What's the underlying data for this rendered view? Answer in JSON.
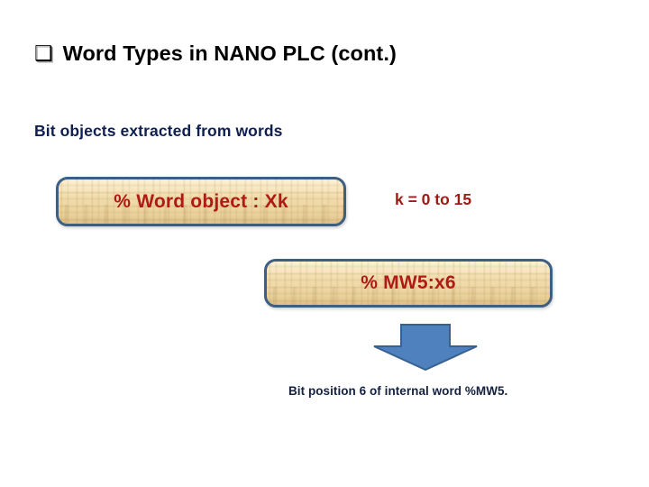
{
  "slide": {
    "background_color": "#ffffff",
    "title": {
      "bullet_icon": "hollow-square-bullet",
      "bullet_glyph": "❑",
      "text": "Word Types in NANO PLC (cont.)",
      "color": "#000000"
    },
    "subtitle": {
      "text": "Bit objects extracted from words",
      "color": "#0f2050"
    },
    "boxes": [
      {
        "id": "word-object",
        "label": "% Word object : Xk",
        "text_color": "#b01a16",
        "border_color": "#3e5f82",
        "fill": "papyrus-texture"
      },
      {
        "id": "mw5",
        "label": "% MW5:x6",
        "text_color": "#b01a16",
        "border_color": "#3e5f82",
        "fill": "papyrus-texture"
      }
    ],
    "k_range": {
      "text": "k = 0 to 15",
      "color": "#9e1b16"
    },
    "arrow": {
      "icon": "down-arrow-icon",
      "fill_color": "#4e81bd",
      "outline_color": "#37618f",
      "direction": "down"
    },
    "caption": {
      "text": "Bit position 6 of internal word %MW5.",
      "color": "#14213f"
    }
  }
}
